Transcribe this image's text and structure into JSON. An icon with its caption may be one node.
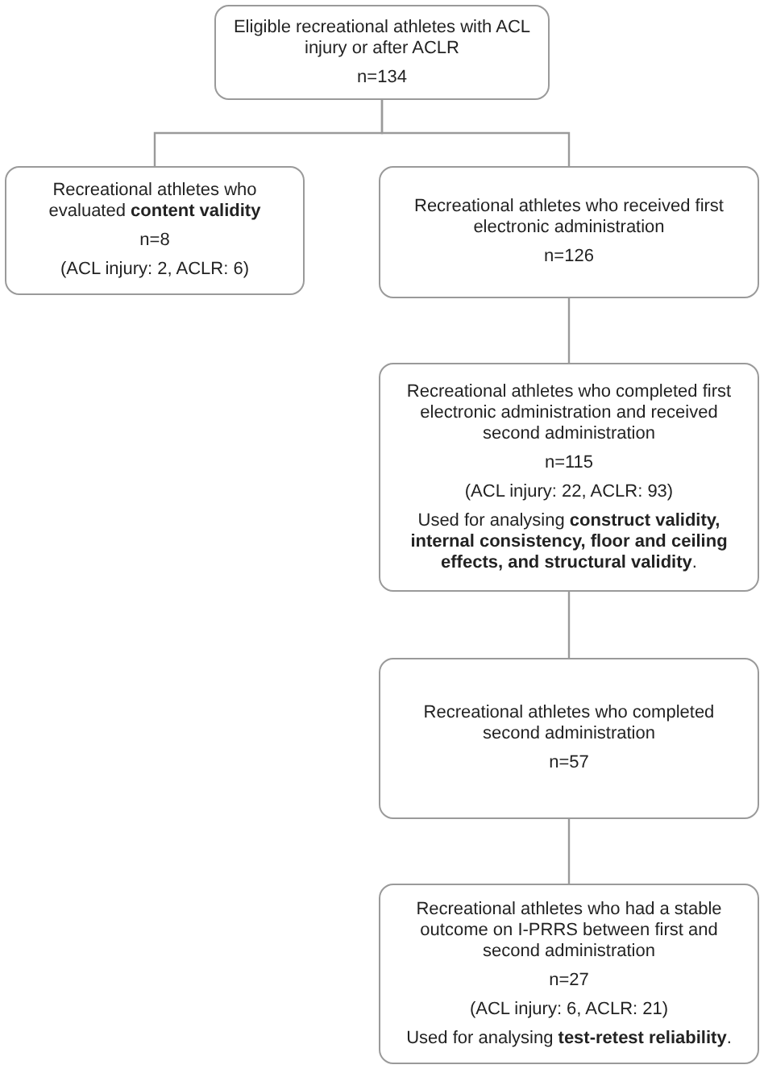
{
  "diagram": {
    "nodes": [
      {
        "text": [
          "Eligible recreational athletes with ACL injury or after ACLR",
          "n=134"
        ]
      },
      {
        "text": [
          "Recreational athletes who evaluated **content validity**",
          "n=8",
          "(ACL injury: 2, ACLR: 6)"
        ]
      },
      {
        "text": [
          "Recreational athletes who received first electronic administration",
          "n=126"
        ]
      },
      {
        "text": [
          "Recreational athletes who completed first electronic administration and received second administration",
          "n=115",
          "(ACL injury: 22, ACLR: 93)",
          "Used for analysing **construct validity, internal consistency, floor and ceiling effects, and structural validity**."
        ]
      },
      {
        "text": [
          "Recreational athletes who completed second administration",
          "n=57"
        ]
      },
      {
        "text": [
          "Recreational athletes who had a stable outcome on I-PRRS between first and second administration",
          "n=27",
          "(ACL injury: 6, ACLR: 21)",
          "Used for analysing **test-retest reliability**."
        ]
      }
    ],
    "edges": [
      {
        "from": 0,
        "to": 1,
        "arrow": "none"
      },
      {
        "from": 0,
        "to": 2,
        "arrow": "none"
      },
      {
        "from": 2,
        "to": 3,
        "arrow": "none"
      },
      {
        "from": 3,
        "to": 4,
        "arrow": "none"
      },
      {
        "from": 4,
        "to": 5,
        "arrow": "none"
      }
    ]
  }
}
